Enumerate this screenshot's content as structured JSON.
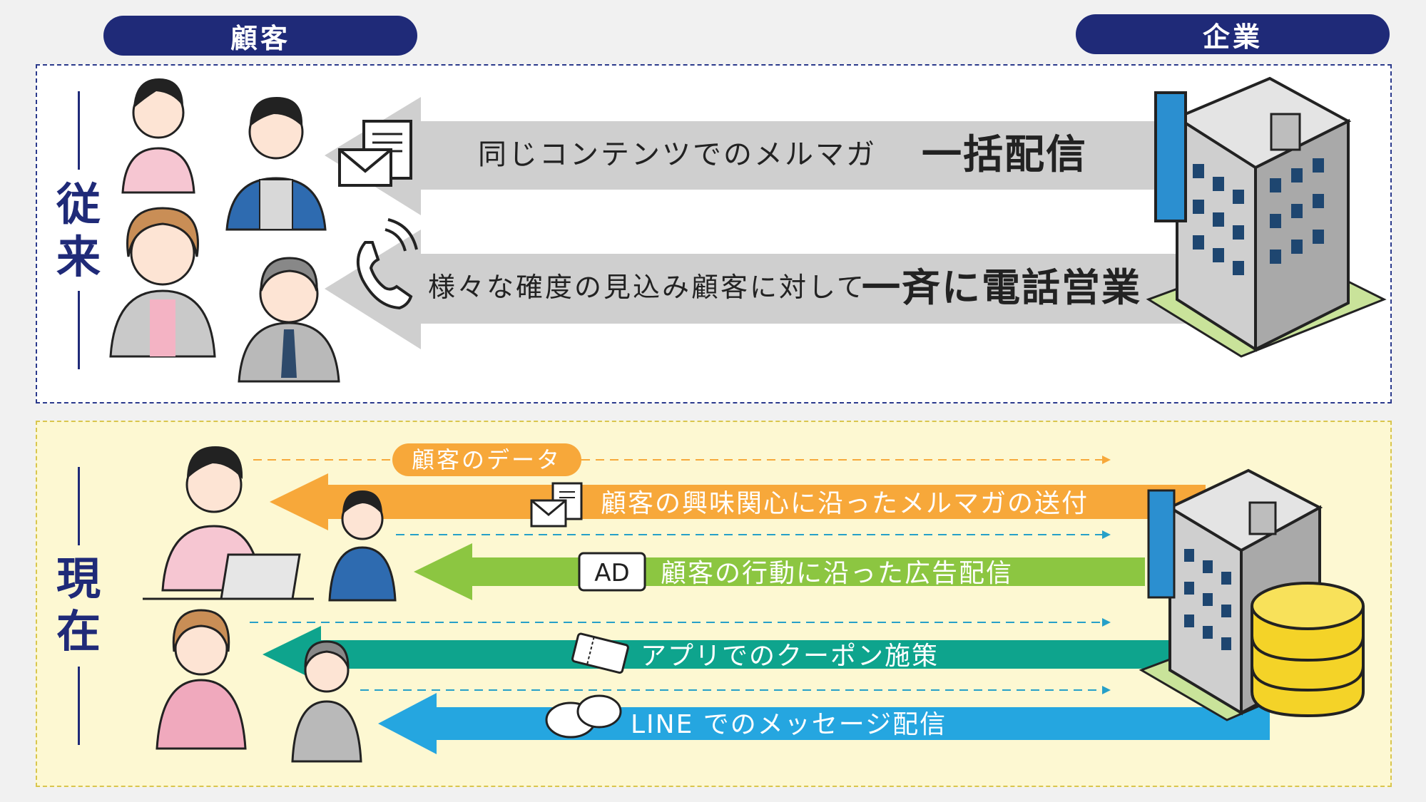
{
  "headers": {
    "customer": "顧客",
    "company": "企業"
  },
  "sections": {
    "old": {
      "label_line1": "従",
      "label_line2": "来",
      "arrows": [
        {
          "text_small": "同じコンテンツでのメルマガ",
          "text_big": "一括配信"
        },
        {
          "text_small": "様々な確度の見込み顧客に対して",
          "text_big": "一斉に電話営業"
        }
      ]
    },
    "new": {
      "label_line1": "現",
      "label_line2": "在",
      "data_badge": "顧客のデータ",
      "arrows": [
        {
          "text": "顧客の興味関心に沿ったメルマガの送付",
          "color": "#f7a83a"
        },
        {
          "text": "顧客の行動に沿った広告配信",
          "color": "#8cc641",
          "badge": "AD"
        },
        {
          "text": "アプリでのクーポン施策",
          "color": "#0ea48d"
        },
        {
          "text": "LINE でのメッセージ配信",
          "color": "#25a6e0"
        }
      ]
    }
  },
  "colors": {
    "navy": "#1f2a78",
    "gray_arrow": "#cfcfcf"
  },
  "icons": [
    "mail-icon",
    "phone-icon",
    "ad-icon",
    "coupon-icon",
    "chat-icon",
    "building-icon",
    "database-icon",
    "person-icon"
  ]
}
